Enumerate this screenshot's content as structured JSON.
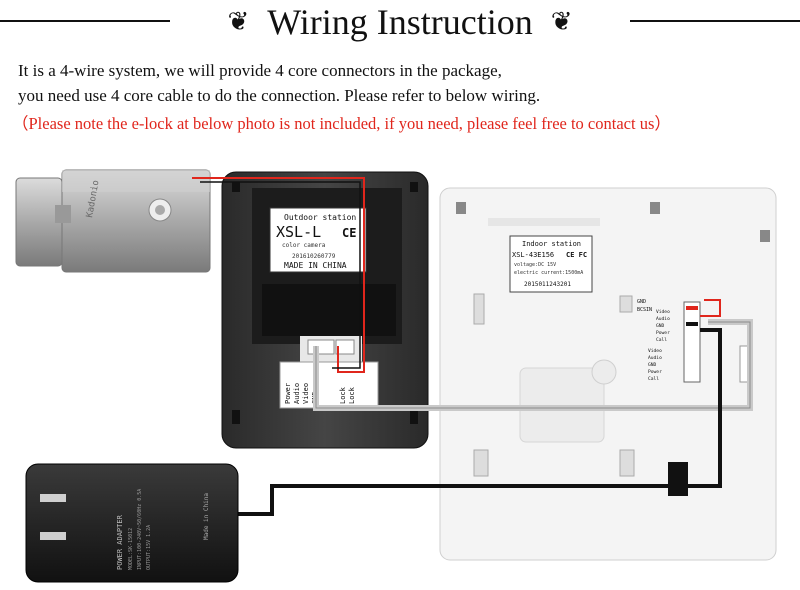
{
  "title": "Wiring Instruction",
  "ornament_left": "❦",
  "ornament_right": "❦",
  "description": {
    "line1": "It is a 4-wire system, we will provide 4 core connectors in the package,",
    "line2": "you need use 4 core cable to do the connection. Please refer to below wiring.",
    "note": "（Please note the e-lock at below photo is not included, if you need, please feel free to contact us）"
  },
  "outdoor_station": {
    "label_heading": "Outdoor station",
    "model": "XSL-L",
    "ce_mark": "CE",
    "subtitle": "color camera",
    "serial": "201610260779",
    "origin": "MADE IN CHINA",
    "terminals": [
      "Lock",
      "Lock",
      "GND",
      "Video",
      "Audio",
      "Power"
    ]
  },
  "indoor_station": {
    "label_heading": "Indoor station",
    "model": "XSL-43E156",
    "marks": "CE FC",
    "voltage": "voltage:DC 15V",
    "current": "electric current:1500mA",
    "serial": "2015011243201",
    "port_top": [
      "GND",
      "BCSIN"
    ],
    "port_mid": [
      "Video",
      "Audio",
      "GND",
      "Power",
      "Call"
    ],
    "port_low": [
      "Video",
      "Audio",
      "GND",
      "Power",
      "Call"
    ]
  },
  "power_adapter": {
    "name": "POWER ADAPTER",
    "model": "MODEL:SK-15012",
    "input": "INPUT:100-240V~50/60Hz 0.5A",
    "output": "OUTPUT:15V 1.2A",
    "origin": "Made in China"
  },
  "e_lock": {
    "brand": "Kadonio"
  },
  "colors": {
    "red_wire": "#e0261c",
    "gray_wire": "#c9c9c9",
    "black_wire": "#111111",
    "outdoor_body": "#3a3a3a",
    "indoor_body": "#f4f4f4"
  }
}
